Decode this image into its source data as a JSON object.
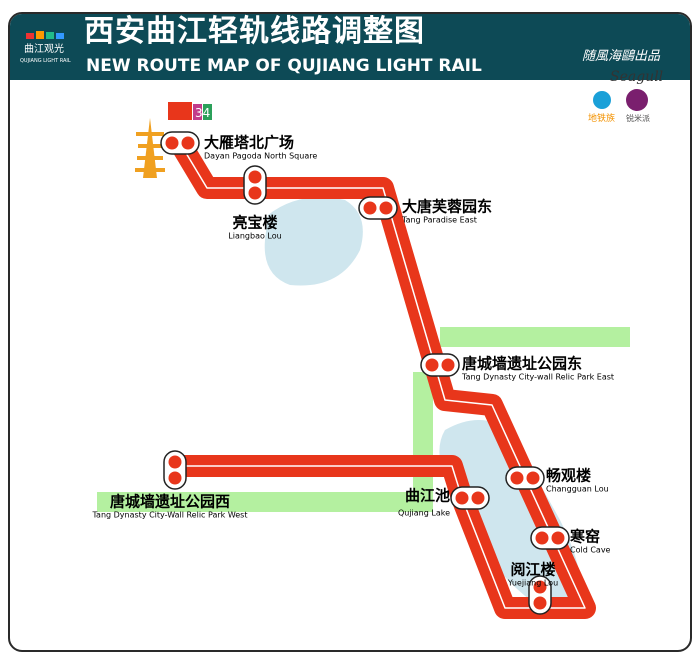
{
  "header": {
    "title_cn": "西安曲江轻轨线路调整图",
    "title_en": "NEW ROUTE MAP OF QUJIANG LIGHT RAIL",
    "logo_cn": "曲江观光",
    "logo_en": "QUJIANG LIGHT RAIL",
    "credit": "随風海鷗出品",
    "credit_en": "Seagull",
    "badge_numbers": "34",
    "partner1": "地铁族",
    "partner2": "锐米派"
  },
  "colors": {
    "header": "#0d4a56",
    "track": "#e8361b",
    "lake": "#cfe6ee",
    "green": "#b4f0a0"
  },
  "stations": [
    {
      "cn": "大雁塔北广场",
      "en": "Dayan Pagoda North Square"
    },
    {
      "cn": "亮宝楼",
      "en": "Liangbao Lou"
    },
    {
      "cn": "大唐芙蓉园东",
      "en": "Tang Paradise East"
    },
    {
      "cn": "唐城墙遗址公园东",
      "en": "Tang Dynasty City-wall Relic Park East"
    },
    {
      "cn": "畅观楼",
      "en": "Changguan Lou"
    },
    {
      "cn": "寒窑",
      "en": "Cold Cave"
    },
    {
      "cn": "阅江楼",
      "en": "Yuejiang Lou"
    },
    {
      "cn": "曲江池",
      "en": "Qujiang Lake"
    },
    {
      "cn": "唐城墙遗址公园西",
      "en": "Tang Dynasty City-Wall Relic Park West"
    }
  ]
}
